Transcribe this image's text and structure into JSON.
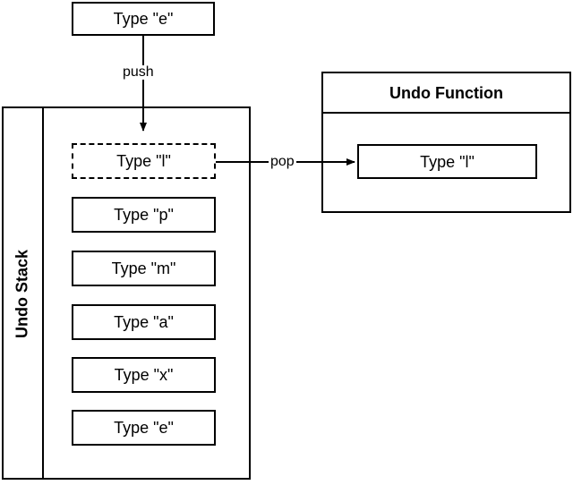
{
  "diagram": {
    "title_hidden": "",
    "input_action": {
      "label": "Type \"e\""
    },
    "edges": {
      "push": "push",
      "pop": "pop"
    },
    "undo_stack": {
      "label": "Undo Stack",
      "items": [
        {
          "label": "Type \"l\"",
          "style": "dashed"
        },
        {
          "label": "Type \"p\"",
          "style": "solid"
        },
        {
          "label": "Type \"m\"",
          "style": "solid"
        },
        {
          "label": "Type \"a\"",
          "style": "solid"
        },
        {
          "label": "Type \"x\"",
          "style": "solid"
        },
        {
          "label": "Type \"e\"",
          "style": "solid"
        }
      ]
    },
    "undo_function": {
      "title": "Undo Function",
      "item": {
        "label": "Type \"l\""
      }
    },
    "colors": {
      "stroke": "#000000",
      "fill": "#ffffff",
      "text": "#000000"
    }
  }
}
